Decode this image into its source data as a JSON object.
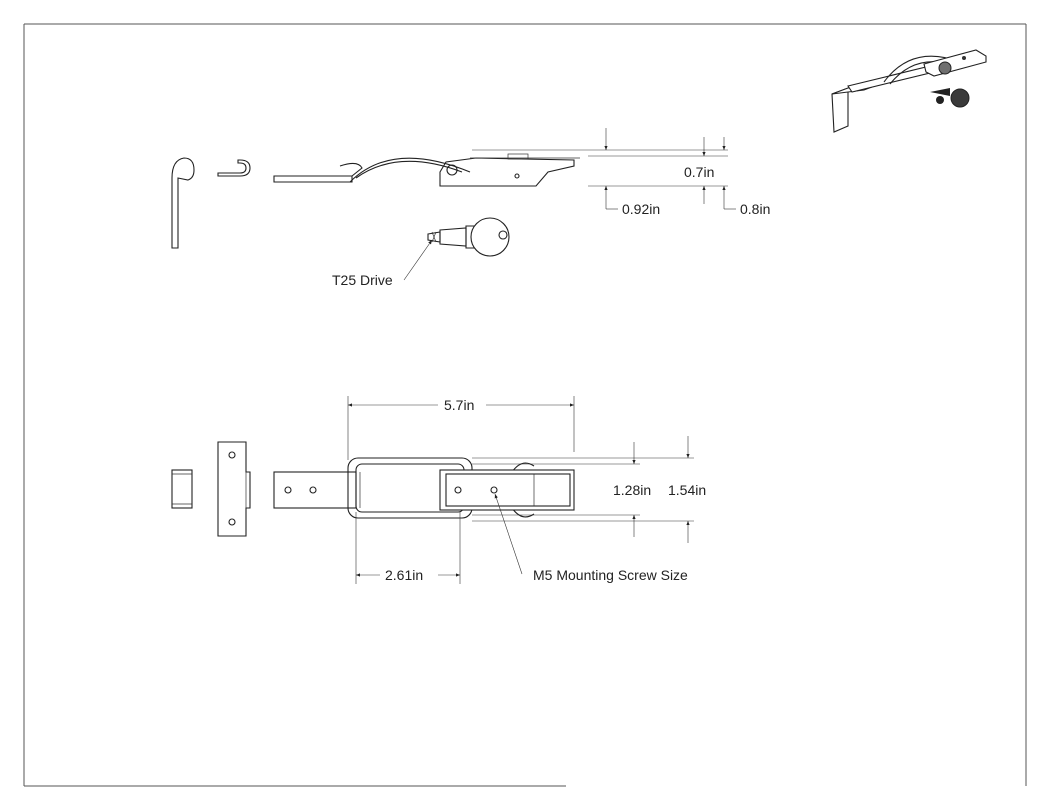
{
  "dimensions": {
    "top": {
      "d_0_7": "0.7in",
      "d_0_92": "0.92in",
      "d_0_8": "0.8in"
    },
    "bottom": {
      "length": "5.7in",
      "offset": "2.61in",
      "width_1": "1.28in",
      "width_2": "1.54in"
    }
  },
  "callouts": {
    "drive": "T25 Drive",
    "screw": "M5 Mounting Screw Size"
  }
}
